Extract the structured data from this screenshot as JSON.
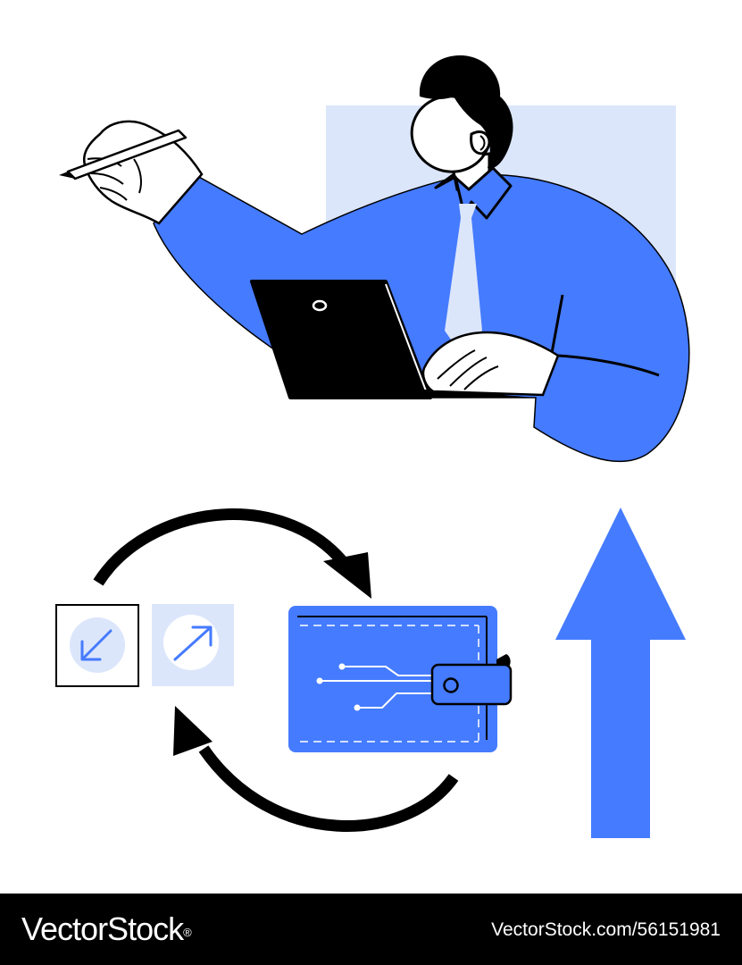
{
  "watermark": {
    "brand": "VectorStock",
    "registered_mark": "®",
    "image_id": "VectorStock.com/56151981"
  },
  "colors": {
    "accent_blue": "#457bff",
    "light_blue": "#dce6fb",
    "outline_black": "#000000",
    "background": "#ffffff"
  },
  "icons": [
    "man-with-laptop-illustration",
    "swap-cycle-arrows-icon",
    "arrow-down-left-icon",
    "arrow-up-right-icon",
    "digital-wallet-icon",
    "up-arrow-icon"
  ]
}
